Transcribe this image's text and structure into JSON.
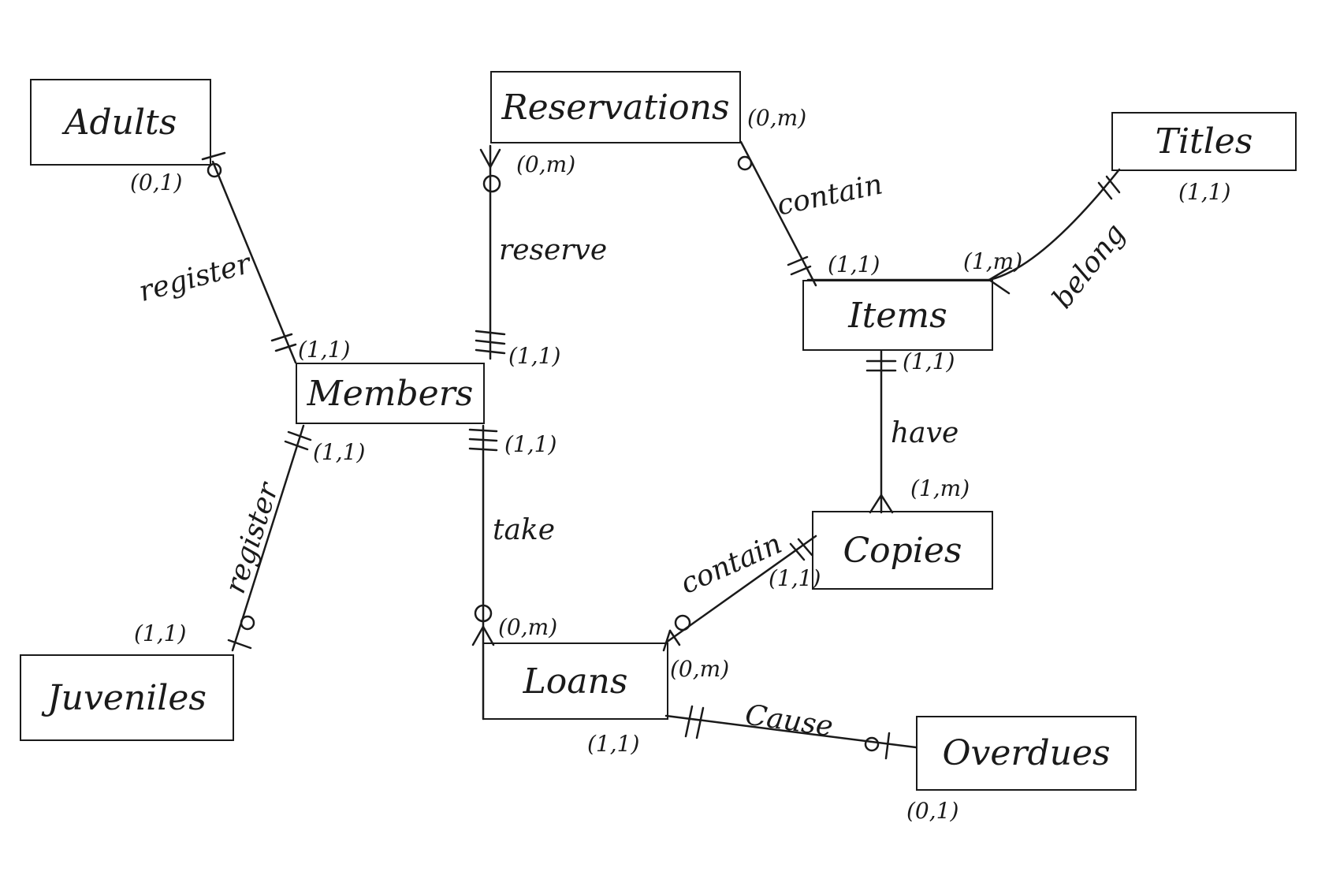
{
  "entities": {
    "adults": "Adults",
    "reservations": "Reservations",
    "titles": "Titles",
    "items": "Items",
    "members": "Members",
    "copies": "Copies",
    "juveniles": "Juveniles",
    "loans": "Loans",
    "overdues": "Overdues"
  },
  "relationships": {
    "register_adults": "register",
    "register_juveniles": "register",
    "reserve": "reserve",
    "contain_reservations": "contain",
    "belong": "belong",
    "have": "have",
    "take": "take",
    "contain_copies": "contain",
    "cause": "Cause"
  },
  "cardinalities": {
    "adults_register": "(0,1)",
    "members_register_adults": "(1,1)",
    "members_register_juveniles": "(1,1)",
    "juveniles_register": "(1,1)",
    "reservations_reserve": "(0,m)",
    "members_reserve": "(1,1)",
    "reservations_contain": "(0,m)",
    "items_contain": "(1,1)",
    "items_belong": "(1,m)",
    "titles_belong": "(1,1)",
    "items_have": "(1,1)",
    "copies_have": "(1,m)",
    "members_take": "(1,1)",
    "loans_take": "(0,m)",
    "copies_contain": "(1,1)",
    "loans_contain": "(0,m)",
    "loans_cause": "(1,1)",
    "overdues_cause": "(0,1)"
  },
  "style": {
    "ink": "#1a1a1a",
    "paper": "#ffffff"
  }
}
